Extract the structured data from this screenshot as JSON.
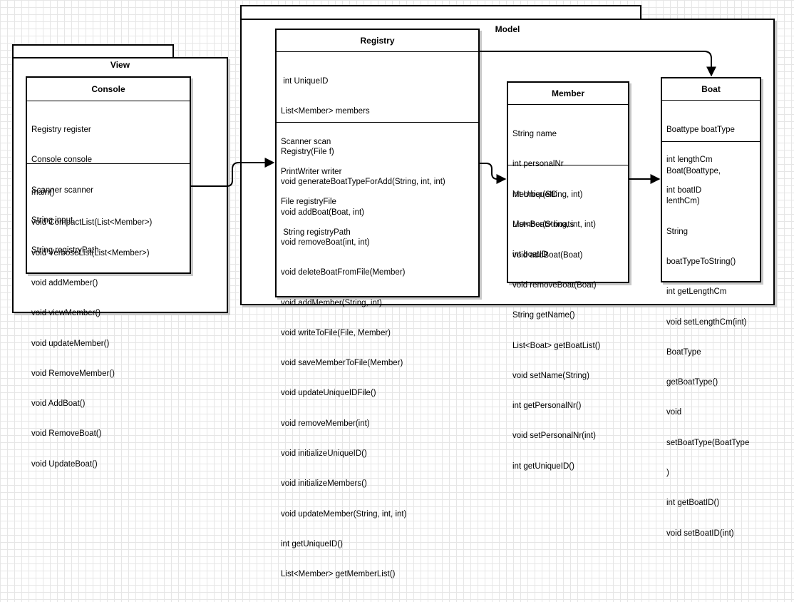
{
  "packages": {
    "view": {
      "title": "View"
    },
    "model": {
      "title": "Model"
    }
  },
  "classes": {
    "console": {
      "name": "Console",
      "attributes": [
        "Registry register",
        "Console console",
        "Scanner scanner",
        "String input",
        "String registryPath"
      ],
      "methods": [
        "main()",
        "void CompactList(List<Member>)",
        "void VerboseList(List<Member>)",
        "void addMember()",
        "void viewMember()",
        "void updateMember()",
        "void RemoveMember()",
        "void AddBoat()",
        "void RemoveBoat()",
        "void UpdateBoat()"
      ]
    },
    "registry": {
      "name": "Registry",
      "attributes": [
        " int UniqueID",
        "List<Member> members",
        "Scanner scan",
        "PrintWriter writer",
        "File registryFile",
        " String registryPath"
      ],
      "methods": [
        "Registry(File f)",
        "void generateBoatTypeForAdd(String, int, int)",
        "void addBoat(Boat, int)",
        "void removeBoat(int, int)",
        "void deleteBoatFromFile(Member)",
        "void addMember(String, int)",
        "void writeToFile(File, Member)",
        "void saveMemberToFile(Member)",
        "void updateUniqueIDFile()",
        "void removeMember(int)",
        "void initializeUniqueID()",
        "void initializeMembers()",
        "void updateMember(String, int, int)",
        "int getUniqueID()",
        "List<Member> getMemberList()"
      ]
    },
    "member": {
      "name": "Member",
      "attributes": [
        "String name",
        "int personalNr",
        "int UniqueID",
        "List<Boat> boats",
        "int boatID"
      ],
      "methods": [
        "Member(String, int)",
        "Member(String, int, int)",
        "void addBoat(Boat)",
        "void removeBoat(Boat)",
        "String getName()",
        "List<Boat> getBoatList()",
        "void setName(String)",
        "int getPersonalNr()",
        "void setPersonalNr(int)",
        "int getUniqueID()"
      ]
    },
    "boat": {
      "name": "Boat",
      "attributes": [
        "Boattype boatType",
        "int lengthCm",
        "int boatID"
      ],
      "methods": [
        "Boat(Boattype,",
        "lenthCm)",
        "String",
        "boatTypeToString()",
        "int getLengthCm",
        "void setLengthCm(int)",
        "BoatType",
        "getBoatType()",
        "void",
        "setBoatType(BoatType",
        ")",
        "int getBoatID()",
        "void setBoatID(int)"
      ]
    }
  }
}
